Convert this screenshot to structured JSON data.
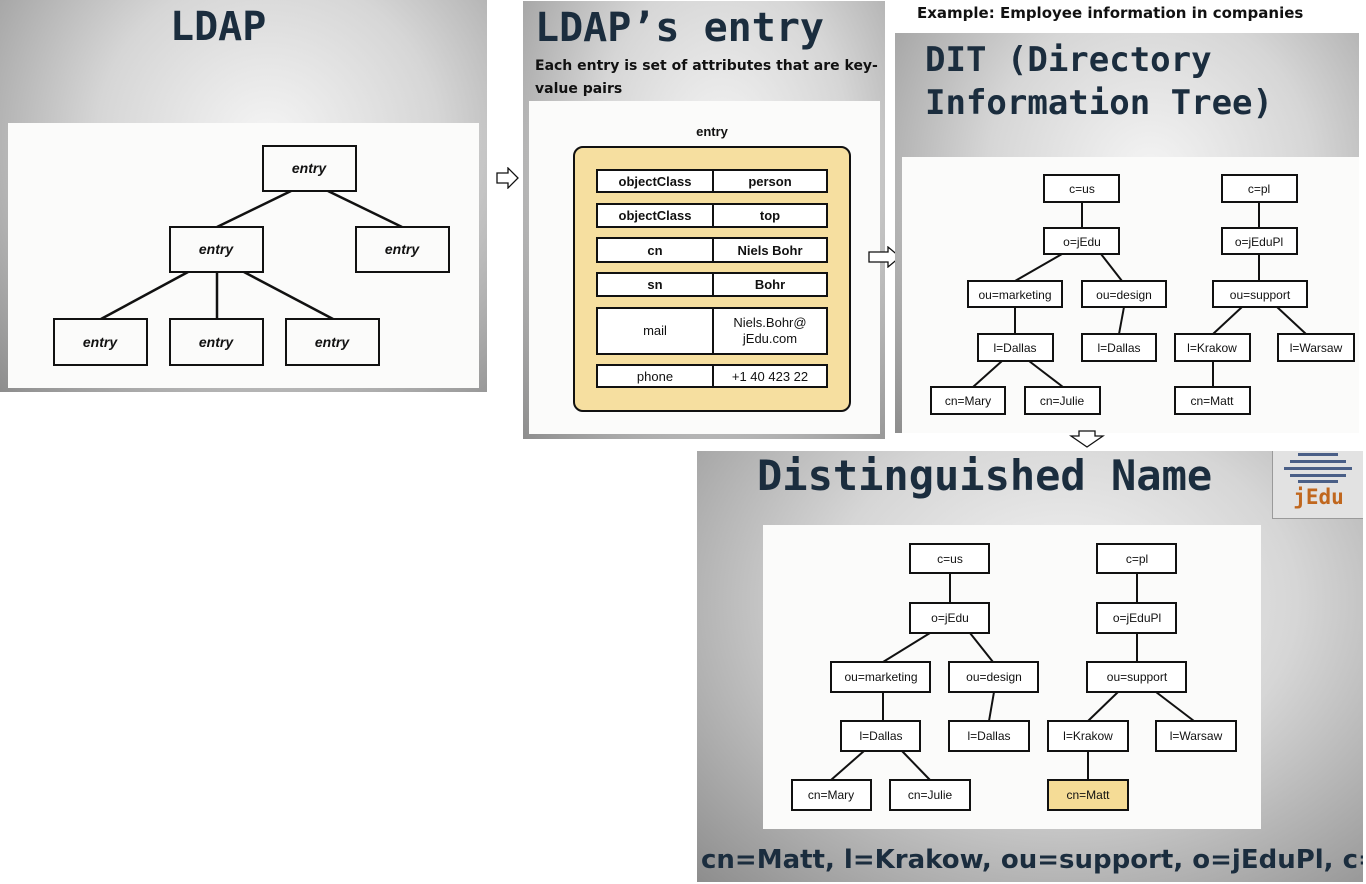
{
  "slide1": {
    "title": "LDAP",
    "tree": {
      "root": "entry",
      "level2": [
        "entry",
        "entry"
      ],
      "level3": [
        "entry",
        "entry",
        "entry"
      ]
    }
  },
  "slide2": {
    "title": "LDAP’s entry",
    "subtitle_line1": "Each entry is set of attributes that are key-",
    "subtitle_line2": "value pairs",
    "entry_label": "entry",
    "attributes": [
      {
        "key": "objectClass",
        "value": "person"
      },
      {
        "key": "objectClass",
        "value": "top"
      },
      {
        "key": "cn",
        "value": "Niels Bohr"
      },
      {
        "key": "sn",
        "value": "Bohr"
      },
      {
        "key": "mail",
        "value_line1": "Niels.Bohr@",
        "value_line2": "jEdu.com"
      },
      {
        "key": "phone",
        "value": "+1 40 423 22"
      }
    ]
  },
  "example_caption": "Example: Employee information in companies",
  "slide3": {
    "title_line1": "DIT (Directory",
    "title_line2": "Information Tree)"
  },
  "tree_nodes": {
    "c_us": "c=us",
    "c_pl": "c=pl",
    "o_jedu": "o=jEdu",
    "o_jedupl": "o=jEduPl",
    "ou_marketing": "ou=marketing",
    "ou_design": "ou=design",
    "ou_support": "ou=support",
    "l_dallas_a": "l=Dallas",
    "l_dallas_b": "l=Dallas",
    "l_krakow": "l=Krakow",
    "l_warsaw": "l=Warsaw",
    "cn_mary": "cn=Mary",
    "cn_julie": "cn=Julie",
    "cn_matt": "cn=Matt"
  },
  "slide4": {
    "title": "Distinguished Name",
    "logo_text": "jEdu",
    "dn": "cn=Matt, l=Krakow, ou=support, o=jEduPl, c=pl",
    "highlight_color": "#f5dc96"
  },
  "colors": {
    "title": "#1b2d3e",
    "entry_fill": "#f6dfa0",
    "logo_text": "#c0671e",
    "logo_stripes": "#4a5f87"
  }
}
